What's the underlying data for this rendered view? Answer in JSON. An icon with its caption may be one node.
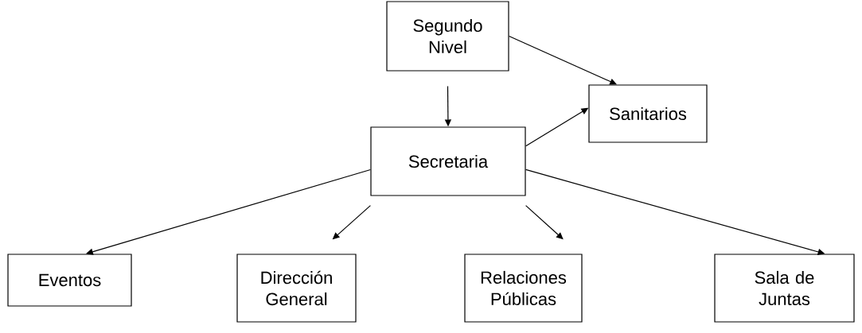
{
  "diagram": {
    "nodes": [
      {
        "text": [
          "Segundo Nivel"
        ]
      },
      {
        "text": [
          "Sanitarios"
        ]
      },
      {
        "text": [
          "Secretaria"
        ]
      },
      {
        "text": [
          "Eventos"
        ]
      },
      {
        "text": [
          "Dirección General"
        ]
      },
      {
        "text": [
          "Relaciones Públicas"
        ]
      },
      {
        "text": [
          "Sala de Juntas"
        ]
      }
    ],
    "edges": [
      {
        "from": 0,
        "to": 1,
        "arrow": "to"
      },
      {
        "from": 0,
        "to": 2,
        "arrow": "to"
      },
      {
        "from": 2,
        "to": 1,
        "arrow": "to"
      },
      {
        "from": 2,
        "to": 3,
        "arrow": "to"
      },
      {
        "from": 2,
        "to": 4,
        "arrow": "to"
      },
      {
        "from": 2,
        "to": 5,
        "arrow": "to"
      },
      {
        "from": 2,
        "to": 6,
        "arrow": "to"
      }
    ]
  }
}
